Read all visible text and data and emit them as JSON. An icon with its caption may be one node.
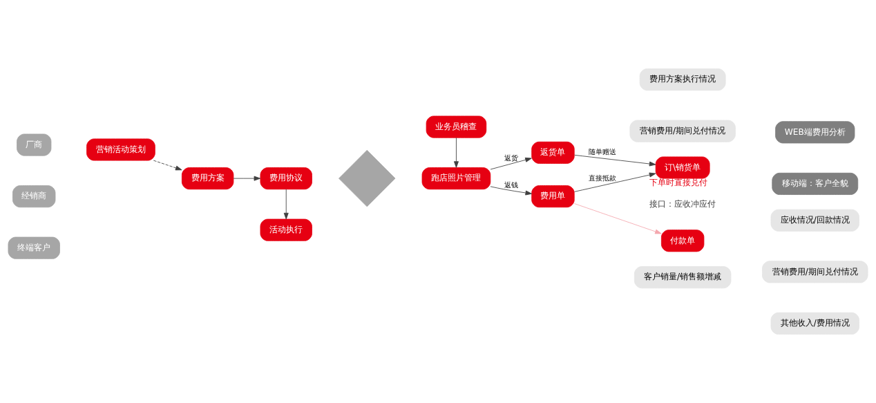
{
  "diagram": {
    "nodes": [
      {
        "text": [
          "厂商"
        ]
      },
      {
        "text": [
          "经销商"
        ]
      },
      {
        "text": [
          "终端客户"
        ]
      },
      {
        "text": [
          "营销活动策划"
        ]
      },
      {
        "text": [
          "费用方案"
        ]
      },
      {
        "text": [
          "费用协议"
        ]
      },
      {
        "text": [
          "活动执行"
        ]
      },
      {
        "text": [],
        "shape": "diamond"
      },
      {
        "text": [
          "跑店照片管理"
        ]
      },
      {
        "text": [
          "业务员稽查"
        ]
      },
      {
        "text": [
          "返货单"
        ]
      },
      {
        "text": [
          "费用单"
        ]
      },
      {
        "text": [
          "付款单"
        ]
      },
      {
        "text": [
          "订\\销货单"
        ],
        "beside": [
          "下单时直接兑付"
        ]
      },
      {
        "text": [
          "费用方案执行情况"
        ]
      },
      {
        "text": [
          "营销费用/期间兑付情况"
        ]
      },
      {
        "text": [
          "客户销量/销售额增减"
        ]
      },
      {
        "text": [
          "WEB端费用分析"
        ]
      },
      {
        "text": [
          "移动端：客户全貌"
        ]
      },
      {
        "text": [
          "应收情况/回款情况"
        ]
      },
      {
        "text": [
          "营销费用/期间兑付情况"
        ]
      },
      {
        "text": [
          "其他收入/费用情况"
        ]
      }
    ],
    "edges": [
      {
        "from": 3,
        "to": 4,
        "arrow": "to",
        "style": "dashed"
      },
      {
        "from": 4,
        "to": 5,
        "arrow": "to"
      },
      {
        "from": 5,
        "to": 6,
        "arrow": "to"
      },
      {
        "from": 9,
        "to": 8,
        "arrow": "to"
      },
      {
        "from": 8,
        "to": 10,
        "arrow": "to",
        "label": "返货"
      },
      {
        "from": 8,
        "to": 11,
        "arrow": "to",
        "label": "返钱"
      },
      {
        "from": 10,
        "to": 13,
        "arrow": "to",
        "label": "随单赠送"
      },
      {
        "from": 11,
        "to": 13,
        "arrow": "to",
        "label": "直接抵款"
      },
      {
        "from": 11,
        "to": 12,
        "arrow": "to",
        "color": "#f4a7ae"
      }
    ],
    "labels": [
      "接口：应收冲应付"
    ]
  }
}
